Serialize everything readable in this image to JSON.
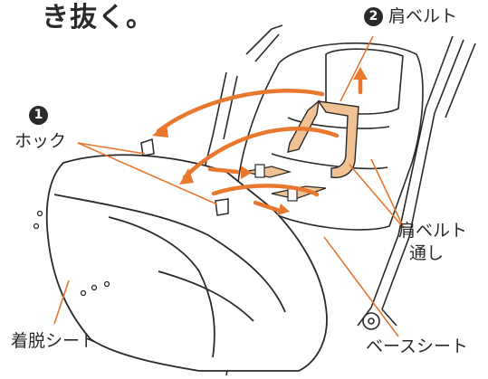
{
  "heading": "き抜く。",
  "labels": {
    "hook_number": "1",
    "hook": "ホック",
    "shoulder_belt_number": "2",
    "shoulder_belt": "肩ベルト",
    "shoulder_belt_pass_line1": "肩ベルト",
    "shoulder_belt_pass_line2": "通し",
    "removable_seat": "着脱シート",
    "base_seat": "ベースシート"
  },
  "colors": {
    "accent": "#e8782e",
    "belt_fill": "#f1c394",
    "line": "#2a2a2a"
  }
}
